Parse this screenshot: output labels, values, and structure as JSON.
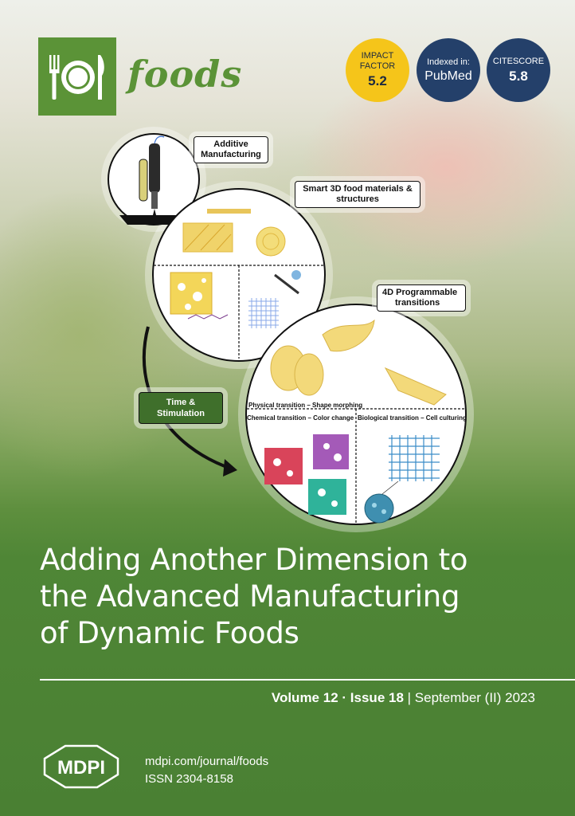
{
  "journal": {
    "name": "foods"
  },
  "badges": {
    "impact_factor": {
      "label_line1": "IMPACT",
      "label_line2": "FACTOR",
      "value": "5.2"
    },
    "indexed": {
      "label": "Indexed in:",
      "value": "PubMed"
    },
    "citescore": {
      "label": "CITESCORE",
      "value": "5.8"
    }
  },
  "figure": {
    "additive_label_line1": "Additive",
    "additive_label_line2": "Manufacturing",
    "smart_label_line1": "Smart 3D food materials &",
    "smart_label_line2": "structures",
    "programmable_label_line1": "4D Programmable",
    "programmable_label_line2": "transitions",
    "time_label_line1": "Time &",
    "time_label_line2": "Stimulation",
    "physical_transition": "Physical transition – Shape morphing",
    "chemical_transition": "Chemical transition – Color change",
    "biological_transition": "Biological transition – Cell culturing"
  },
  "title": {
    "line1": "Adding Another Dimension to",
    "line2": "the Advanced Manufacturing",
    "line3": "of Dynamic Foods"
  },
  "issue": {
    "volume": "Volume 12",
    "separator": "·",
    "issue": "Issue 18",
    "divider": "|",
    "date": "September (II) 2023"
  },
  "publisher": {
    "logo_text": "MDPI",
    "url": "mdpi.com/journal/foods",
    "issn": "ISSN 2304-8158"
  },
  "colors": {
    "brand_green": "#5b9337",
    "impact_yellow": "#f5c51a",
    "badge_navy": "#24406a"
  }
}
